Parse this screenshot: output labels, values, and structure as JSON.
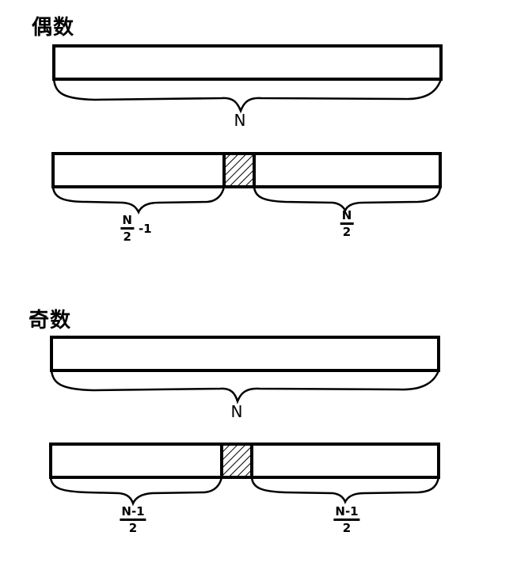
{
  "sections": [
    {
      "heading": "偶数",
      "full_label": "N",
      "left_label": {
        "numerator": "N",
        "denominator": "2",
        "suffix": "-1"
      },
      "right_label": {
        "numerator": "N",
        "denominator": "2",
        "suffix": ""
      }
    },
    {
      "heading": "奇数",
      "full_label": "N",
      "left_label": {
        "numerator": "N-1",
        "denominator": "2",
        "suffix": ""
      },
      "right_label": {
        "numerator": "N-1",
        "denominator": "2",
        "suffix": ""
      }
    }
  ]
}
